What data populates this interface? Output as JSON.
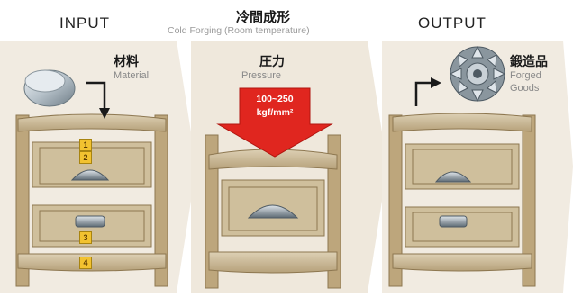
{
  "panels": {
    "input": {
      "title": "INPUT",
      "label_jp": "材料",
      "label_en": "Material",
      "markers": [
        "1",
        "2",
        "3",
        "4"
      ]
    },
    "forging": {
      "title_jp": "冷間成形",
      "title_en": "Cold Forging (Room temperature)",
      "label_jp": "圧力",
      "label_en": "Pressure",
      "pressure_line1": "100~250",
      "pressure_line2": "kgf/mm²"
    },
    "output": {
      "title": "OUTPUT",
      "label_jp": "鍛造品",
      "label_en_line1": "Forged",
      "label_en_line2": "Goods"
    }
  },
  "colors": {
    "chevron_bg": "#f1ebe1",
    "frame": "#c8b48c",
    "frame_dark": "#8d7750",
    "press_arrow": "#e0261f",
    "metal": "#b9c4cc",
    "marker": "#f2c230"
  }
}
